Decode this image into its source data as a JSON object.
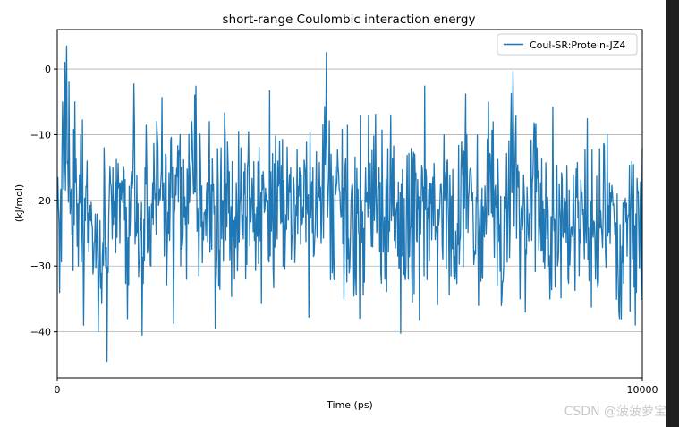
{
  "chart_data": {
    "type": "line",
    "title": "short-range Coulombic interaction energy",
    "xlabel": "Time (ps)",
    "ylabel": "(kJ/mol)",
    "xlim": [
      0,
      10000
    ],
    "ylim": [
      -47,
      6
    ],
    "x_ticks": [
      0,
      10000
    ],
    "y_ticks": [
      0,
      -10,
      -20,
      -30,
      -40
    ],
    "grid": "y-only",
    "legend_position": "top-right",
    "series": [
      {
        "name": "Coul-SR:Protein-JZ4",
        "color": "#1f77b4",
        "x_step": 10,
        "y_mean": -21,
        "y_min": -44.5,
        "y_max": 3.5,
        "points": [
          [
            0,
            -17
          ],
          [
            40,
            -34
          ],
          [
            90,
            -5
          ],
          [
            130,
            1
          ],
          [
            160,
            3.5
          ],
          [
            200,
            -2
          ],
          [
            260,
            -24
          ],
          [
            300,
            -5
          ],
          [
            360,
            -30
          ],
          [
            400,
            -10
          ],
          [
            450,
            -39
          ],
          [
            500,
            -18
          ],
          [
            620,
            -30
          ],
          [
            700,
            -40
          ],
          [
            800,
            -12
          ],
          [
            850,
            -44.5
          ],
          [
            950,
            -15
          ],
          [
            1000,
            -28
          ],
          [
            1100,
            -17
          ],
          [
            1200,
            -38
          ],
          [
            1300,
            -12
          ],
          [
            1400,
            -29
          ],
          [
            1450,
            -40.5
          ],
          [
            1500,
            -15
          ],
          [
            1600,
            -30
          ],
          [
            1700,
            -8
          ],
          [
            1800,
            -20
          ],
          [
            1900,
            -25
          ],
          [
            2000,
            -22
          ],
          [
            2100,
            -10
          ],
          [
            2200,
            -21
          ],
          [
            2300,
            -8
          ],
          [
            2500,
            -26
          ],
          [
            2600,
            -8
          ],
          [
            2700,
            -39.5
          ],
          [
            2800,
            -12
          ],
          [
            3000,
            -25
          ],
          [
            3200,
            -19
          ],
          [
            3400,
            -24
          ],
          [
            3600,
            -20
          ],
          [
            3800,
            -11
          ],
          [
            3950,
            -23
          ],
          [
            4000,
            -29
          ],
          [
            4200,
            -21
          ],
          [
            4400,
            -26
          ],
          [
            4500,
            -18
          ],
          [
            4600,
            2.5
          ],
          [
            4700,
            -31
          ],
          [
            4800,
            -15
          ],
          [
            5000,
            -30
          ],
          [
            5200,
            -20
          ],
          [
            5400,
            -21
          ],
          [
            5500,
            -15
          ],
          [
            5600,
            -32
          ],
          [
            5700,
            -7
          ],
          [
            5800,
            -21
          ],
          [
            6000,
            -32
          ],
          [
            6200,
            -20
          ],
          [
            6400,
            -26
          ],
          [
            6600,
            -18
          ],
          [
            6800,
            -32
          ],
          [
            7000,
            -10
          ],
          [
            7200,
            -36
          ],
          [
            7400,
            -13
          ],
          [
            7500,
            -21
          ],
          [
            7600,
            -35
          ],
          [
            7700,
            -23
          ],
          [
            7800,
            -10
          ],
          [
            8000,
            -37
          ],
          [
            8200,
            -12
          ],
          [
            8400,
            -30
          ],
          [
            8600,
            -23
          ],
          [
            8800,
            -25
          ],
          [
            9000,
            -25
          ],
          [
            9200,
            -32
          ],
          [
            9400,
            -10
          ],
          [
            9600,
            -37
          ],
          [
            9800,
            -22
          ],
          [
            9900,
            -34
          ],
          [
            10000,
            -12
          ]
        ]
      }
    ]
  },
  "watermark": "CSDN @菠菠萝宝"
}
